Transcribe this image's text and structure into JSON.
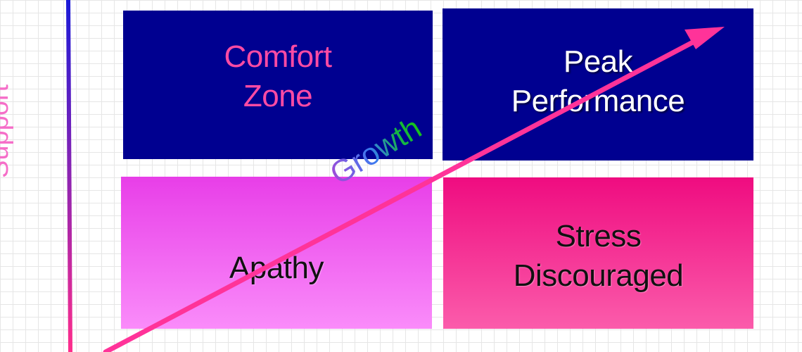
{
  "diagram": {
    "quadrants": {
      "comfort_zone": "Comfort\nZone",
      "peak_performance": "Peak\nPerformance",
      "apathy": "Apathy",
      "stress": "Stress\nDiscouraged"
    },
    "y_axis_label": "Support",
    "arrow_label": "Growth",
    "colors": {
      "top_quadrant_fill": "#000090",
      "apathy_fill": "#ee55ee",
      "stress_fill": "#f41f8d",
      "growth_arrow": "#ff3399",
      "axis_top": "#1a1ad8",
      "axis_bottom": "#ff2e8c",
      "comfort_text": "#ff4ba4",
      "support_text": "#f56ec8"
    }
  }
}
